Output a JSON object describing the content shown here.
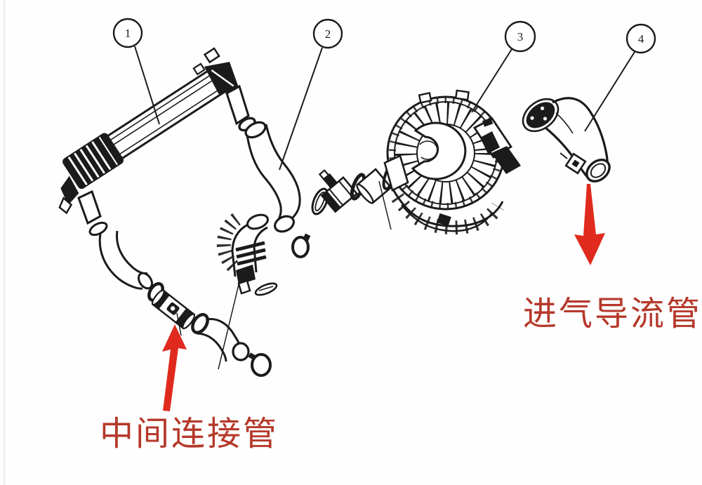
{
  "diagram": {
    "title_hint": "exploded-parts-diagram",
    "balloons": [
      {
        "number": "1"
      },
      {
        "number": "2"
      },
      {
        "number": "3"
      },
      {
        "number": "4"
      }
    ],
    "annotations": {
      "middle_pipe_label": "中间连接管",
      "intake_duct_label": "进气导流管"
    },
    "colors": {
      "line": "#1b1b1b",
      "arrow": "#e02a1e",
      "label_text": "#b5392b",
      "background": "#fefefe"
    }
  }
}
